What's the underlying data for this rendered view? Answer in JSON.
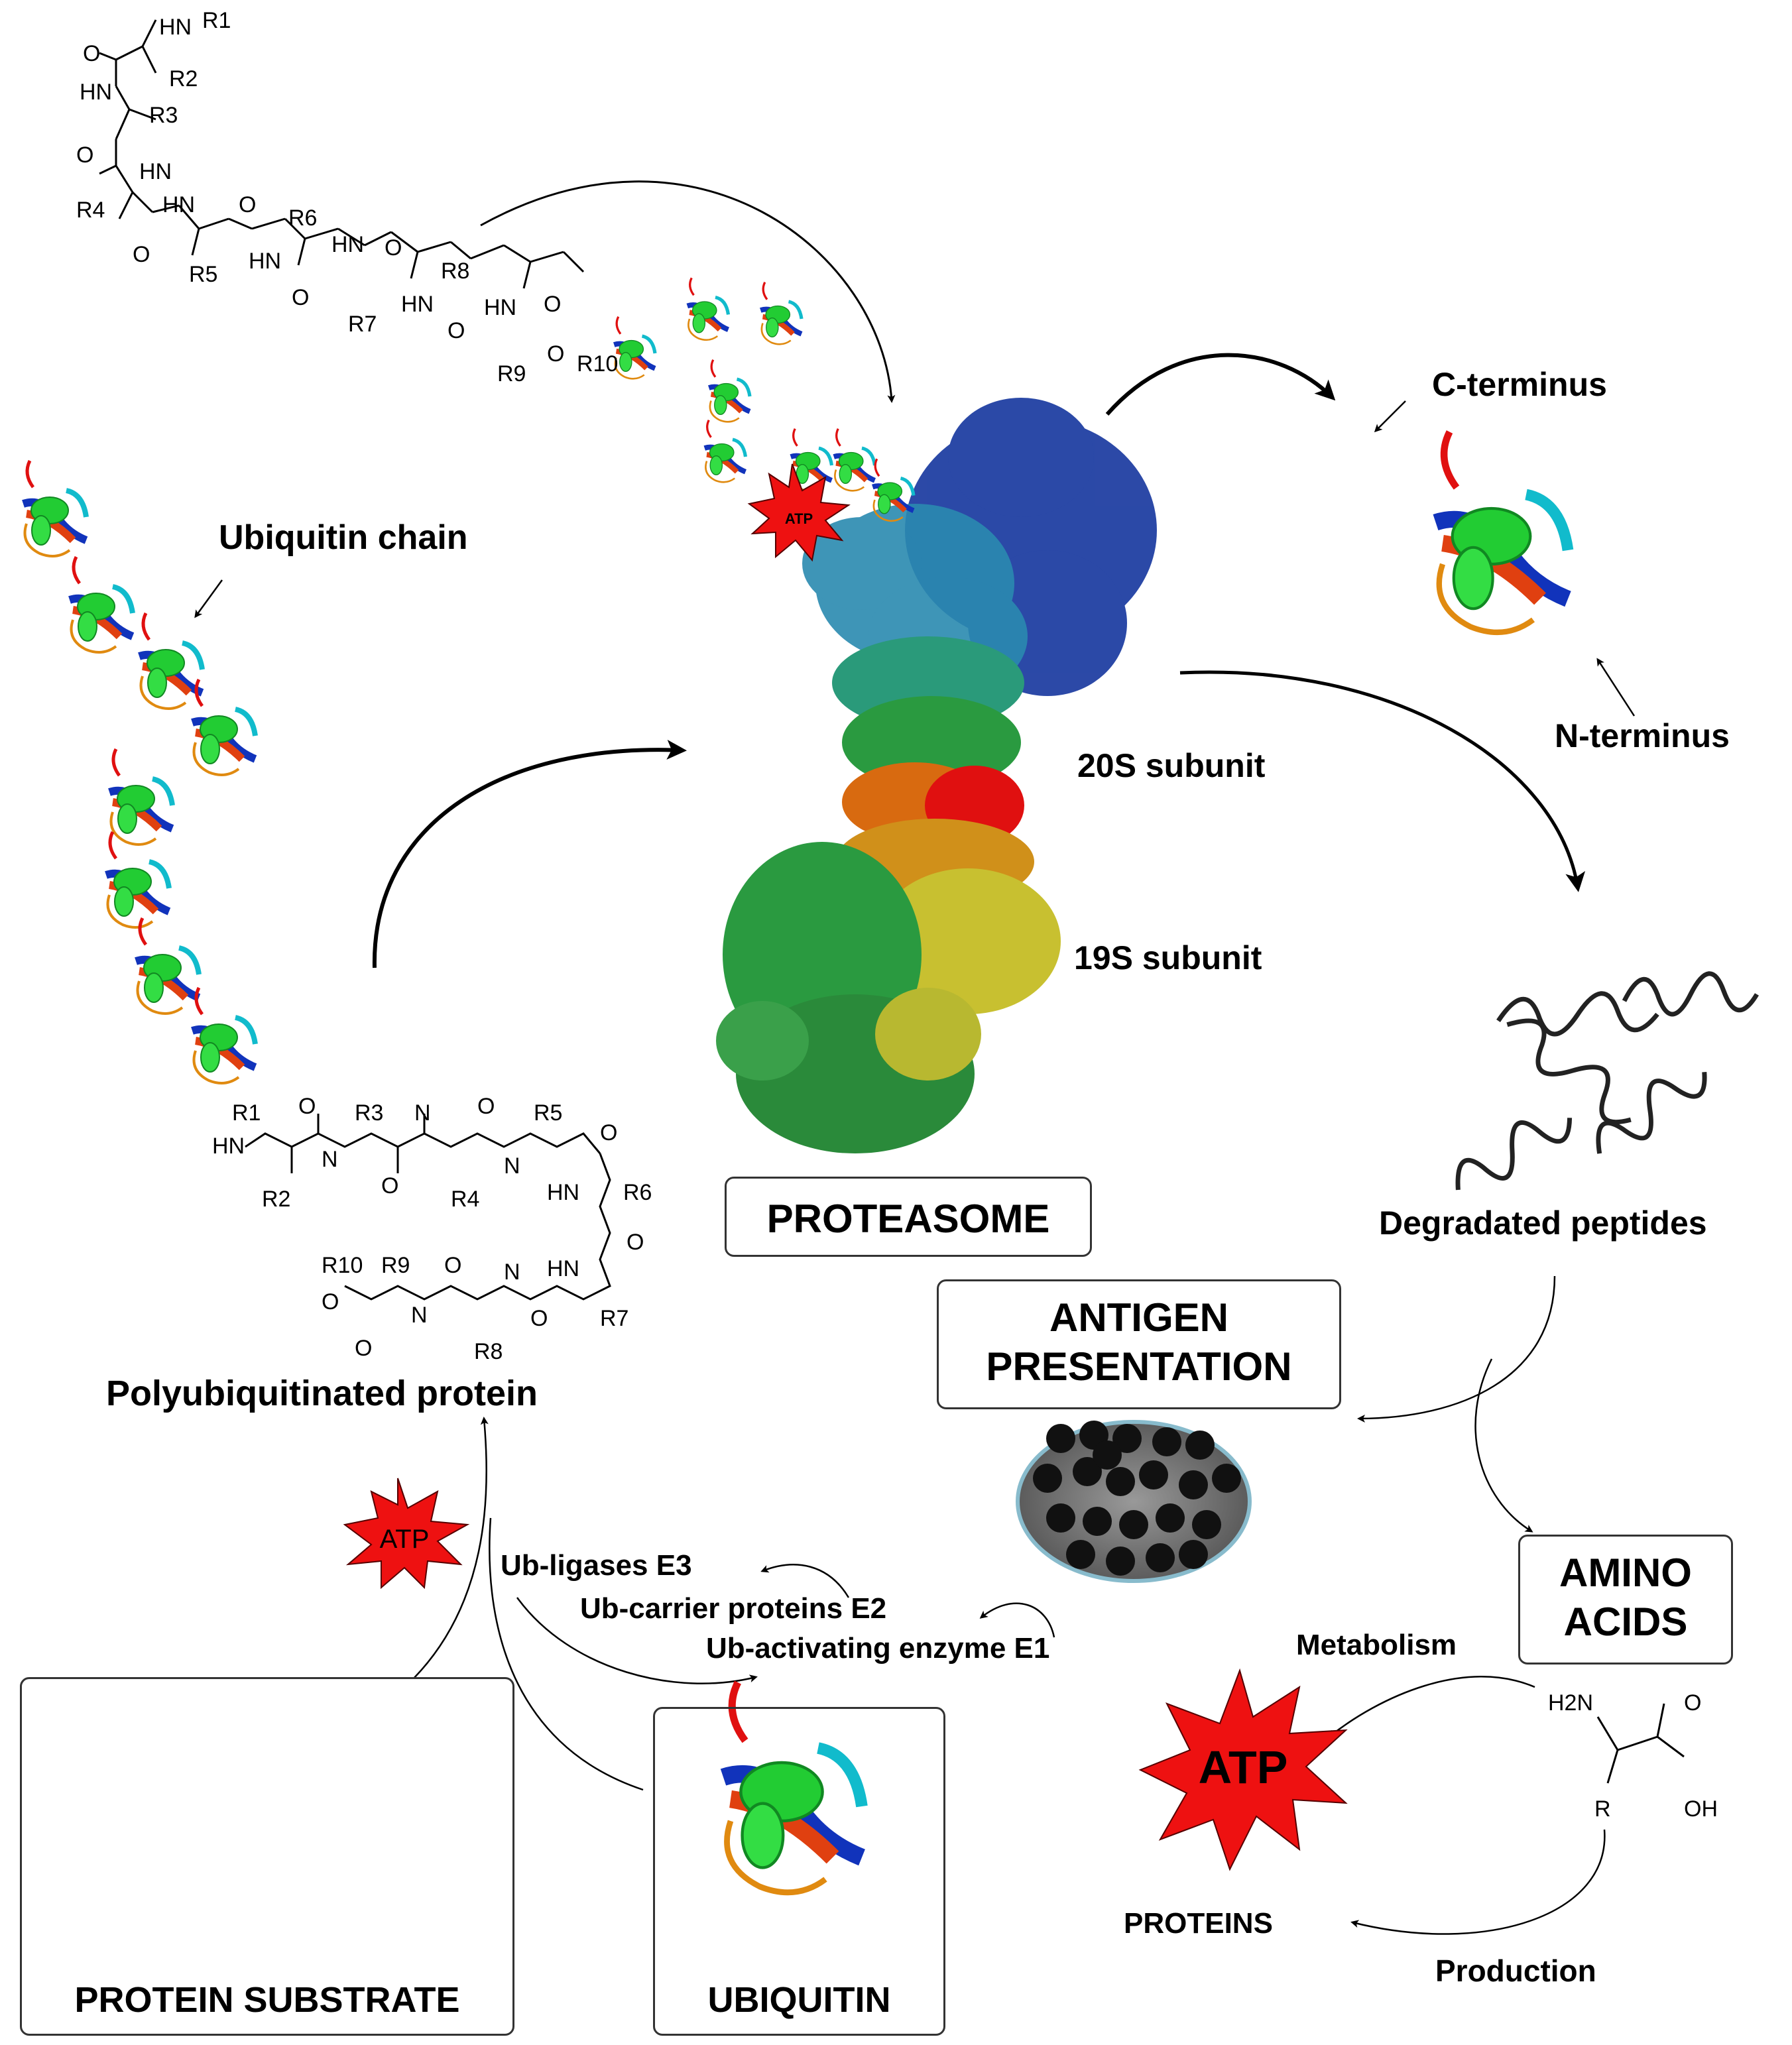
{
  "labels": {
    "ubiquitin_chain": "Ubiquitin chain",
    "c_terminus": "C-terminus",
    "n_terminus": "N-terminus",
    "subunit_20s": "20S subunit",
    "subunit_19s": "19S subunit",
    "proteasome": "PROTEASOME",
    "degraded_peptides": "Degradated peptides",
    "antigen_presentation_line1": "ANTIGEN",
    "antigen_presentation_line2": "PRESENTATION",
    "amino_acids_line1": "AMINO",
    "amino_acids_line2": "ACIDS",
    "polyubiquitinated_protein": "Polyubiquitinated protein",
    "ub_ligases": "Ub-ligases E3",
    "ub_carrier": "Ub-carrier proteins E2",
    "ub_activating": "Ub-activating enzyme E1",
    "metabolism": "Metabolism",
    "proteins": "PROTEINS",
    "production": "Production",
    "protein_substrate": "PROTEIN SUBSTRATE",
    "ubiquitin": "UBIQUITIN",
    "atp": "ATP"
  },
  "chemistry": {
    "residues": [
      "R1",
      "R2",
      "R3",
      "R4",
      "R5",
      "R6",
      "R7",
      "R8",
      "R9",
      "R10"
    ],
    "amide_n": "N",
    "amide_h": "H",
    "hn": "HN",
    "o": "O",
    "amino_acid": {
      "h2n": "H2N",
      "r": "R",
      "oh": "OH",
      "o": "O"
    }
  },
  "colors": {
    "atp_star": "#ee1111",
    "ubiquitin_helix": "#22cc33",
    "strand_red": "#ee2200",
    "strand_blue": "#1133bb",
    "loop_orange": "#e08a10",
    "loop_cyan": "#11bbcc",
    "proteasome_blue": "#1a3aa0",
    "proteasome_teal": "#2a8ab0",
    "proteasome_green": "#2a9a40",
    "proteasome_red": "#e01010",
    "proteasome_yellow": "#c8c030"
  }
}
